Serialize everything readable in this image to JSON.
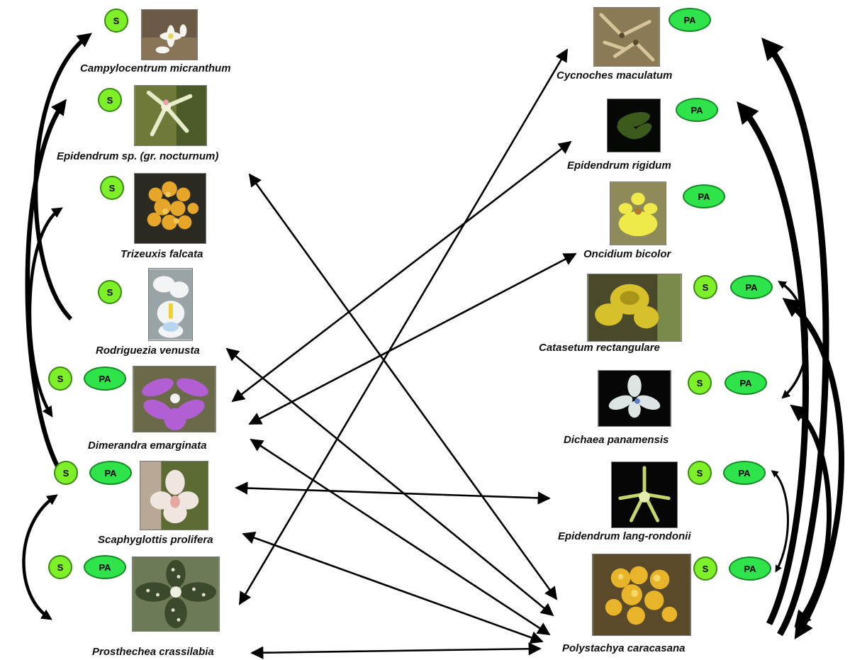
{
  "badge_labels": {
    "s": "S",
    "pa": "PA"
  },
  "colors": {
    "badge_s": "#7df02a",
    "badge_pa": "#2fe34a",
    "arrow": "#000000"
  },
  "left_species": [
    {
      "id": "campylocentrum",
      "name": "Campylocentrum  micranthum",
      "badges": [
        "S"
      ],
      "photo": "white-small-flowers"
    },
    {
      "id": "epidendrum_sp",
      "name": "Epidendrum sp. (gr. nocturnum)",
      "badges": [
        "S"
      ],
      "photo": "white-star-flower"
    },
    {
      "id": "trizeuxis",
      "name": "Trizeuxis falcata",
      "badges": [
        "S"
      ],
      "photo": "yellow-cluster"
    },
    {
      "id": "rodriguezia",
      "name": "Rodriguezia venusta",
      "badges": [
        "S"
      ],
      "photo": "white-yellow-flower"
    },
    {
      "id": "dimerandra",
      "name": "Dimerandra emarginata",
      "badges": [
        "S",
        "PA"
      ],
      "photo": "purple-flower"
    },
    {
      "id": "scaphyglottis",
      "name": "Scaphyglottis  prolifera",
      "badges": [
        "S",
        "PA"
      ],
      "photo": "pale-pink-flower"
    },
    {
      "id": "prosthechea",
      "name": "Prosthechea crassilabia",
      "badges": [
        "S",
        "PA"
      ],
      "photo": "spotted-flower"
    }
  ],
  "right_species": [
    {
      "id": "cycnoches",
      "name": "Cycnoches maculatum",
      "badges": [
        "PA"
      ],
      "photo": "brown-spidery-flowers"
    },
    {
      "id": "epidendrum_rigidum",
      "name": "Epidendrum  rigidum",
      "badges": [
        "PA"
      ],
      "photo": "green-on-black"
    },
    {
      "id": "oncidium",
      "name": "Oncidium bicolor",
      "badges": [
        "PA"
      ],
      "photo": "yellow-flower"
    },
    {
      "id": "catasetum",
      "name": "Catasetum rectangulare",
      "badges": [
        "S",
        "PA"
      ],
      "photo": "yellow-green-flower"
    },
    {
      "id": "dichaea",
      "name": "Dichaea panamensis",
      "badges": [
        "S",
        "PA"
      ],
      "photo": "white-on-black"
    },
    {
      "id": "epidendrum_lang",
      "name": "Epidendrum   lang-rondonii",
      "badges": [
        "S",
        "PA"
      ],
      "photo": "green-star-on-black"
    },
    {
      "id": "polystachya",
      "name": "Polystachya caracasana",
      "badges": [
        "S",
        "PA"
      ],
      "photo": "yellow-orange-cluster"
    }
  ],
  "cross_links": [
    {
      "from": "epidendrum_sp",
      "to": "polystachya",
      "bidirectional": true
    },
    {
      "from": "rodriguezia",
      "to": "polystachya",
      "bidirectional": true
    },
    {
      "from": "dimerandra",
      "to": "epidendrum_rigidum",
      "bidirectional": true
    },
    {
      "from": "dimerandra",
      "to": "oncidium",
      "bidirectional": true
    },
    {
      "from": "dimerandra",
      "to": "polystachya",
      "bidirectional": true
    },
    {
      "from": "scaphyglottis",
      "to": "epidendrum_lang",
      "bidirectional": true
    },
    {
      "from": "scaphyglottis",
      "to": "polystachya",
      "bidirectional": true
    },
    {
      "from": "prosthechea",
      "to": "cycnoches",
      "bidirectional": true
    },
    {
      "from": "prosthechea",
      "to": "polystachya",
      "bidirectional": true
    }
  ]
}
